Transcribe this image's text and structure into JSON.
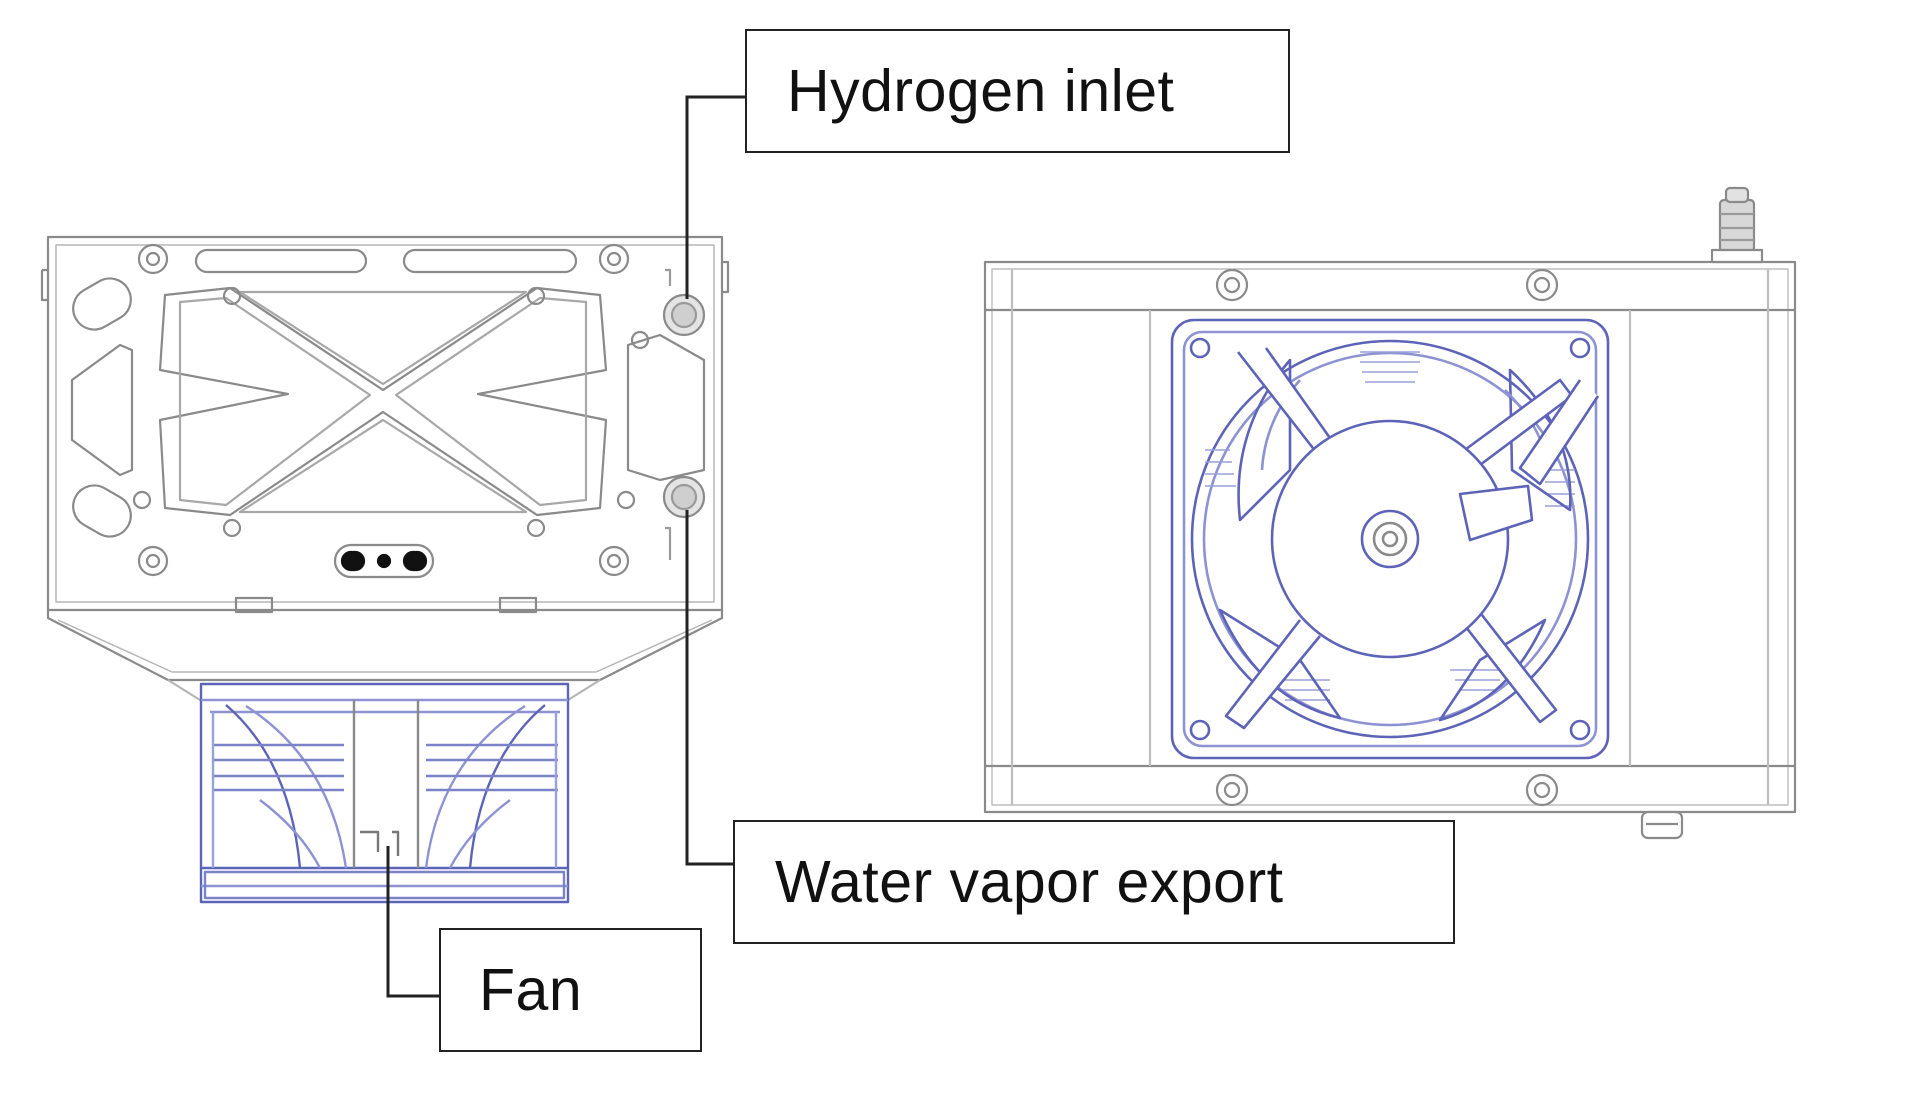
{
  "labels": {
    "hydrogen_inlet": "Hydrogen inlet",
    "water_vapor_export": "Water vapor export",
    "fan": "Fan"
  },
  "colors": {
    "outline": "#8a8a8a",
    "fan_blue": "#5d64b8",
    "leader": "#222222",
    "fill": "#ffffff"
  }
}
